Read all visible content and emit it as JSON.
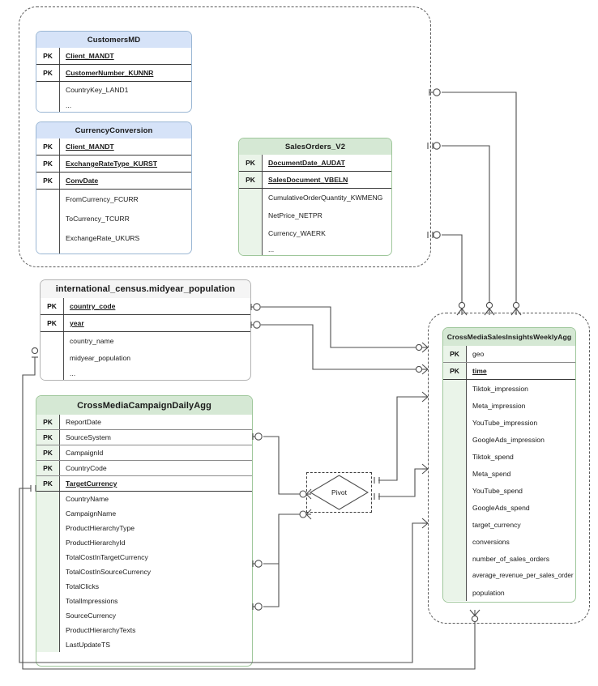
{
  "diagram": {
    "title": "Entity Relationship Diagram",
    "notation": "crow-foot",
    "colors": {
      "header_blue": "#d6e3f8",
      "header_green": "#d5e8d4",
      "header_plain": "#f5f5f5",
      "border_blue": "#9bb7d4",
      "border_green": "#9fc79b",
      "line": "#4d4d4d",
      "group_dash": "#5a5a5a"
    },
    "groups": [
      {
        "id": "source-group",
        "label": ""
      },
      {
        "id": "target-group",
        "label": ""
      }
    ],
    "pivot": {
      "label": "Pivot"
    },
    "pk_label": "PK",
    "ellipsis": "..."
  },
  "entities": [
    {
      "id": "customersmd",
      "name": "CustomersMD",
      "style": "blue",
      "keys": [
        {
          "pk": "PK",
          "name": "Client_MANDT"
        },
        {
          "pk": "PK",
          "name": "CustomerNumber_KUNNR"
        }
      ],
      "fields": [
        "CountryKey_LAND1",
        "..."
      ]
    },
    {
      "id": "currencyconversion",
      "name": "CurrencyConversion",
      "style": "blue",
      "keys": [
        {
          "pk": "PK",
          "name": "Client_MANDT"
        },
        {
          "pk": "PK",
          "name": "ExchangeRateType_KURST"
        },
        {
          "pk": "PK",
          "name": "ConvDate"
        }
      ],
      "fields": [
        "FromCurrency_FCURR",
        "ToCurrency_TCURR",
        "ExchangeRate_UKURS",
        "..."
      ]
    },
    {
      "id": "salesorders_v2",
      "name": "SalesOrders_V2",
      "style": "green",
      "keys": [
        {
          "pk": "PK",
          "name": "DocumentDate_AUDAT"
        },
        {
          "pk": "PK",
          "name": "SalesDocument_VBELN"
        }
      ],
      "fields": [
        "CumulativeOrderQuantity_KWMENG",
        "NetPrice_NETPR",
        "Currency_WAERK",
        "..."
      ]
    },
    {
      "id": "midyear_population",
      "name": "international_census.midyear_population",
      "style": "plain",
      "keys": [
        {
          "pk": "PK",
          "name": "country_code"
        },
        {
          "pk": "PK",
          "name": "year"
        }
      ],
      "fields": [
        "country_name",
        "midyear_population",
        "..."
      ]
    },
    {
      "id": "crossmediacampaigndailyagg",
      "name": "CrossMediaCampaignDailyAgg",
      "style": "green",
      "keys": [
        {
          "pk": "PK",
          "name": "ReportDate"
        },
        {
          "pk": "PK",
          "name": "SourceSystem"
        },
        {
          "pk": "PK",
          "name": "CampaignId"
        },
        {
          "pk": "PK",
          "name": "CountryCode"
        },
        {
          "pk": "PK",
          "name": "TargetCurrency"
        }
      ],
      "fields": [
        "CountryName",
        "CampaignName",
        "ProductHierarchyType",
        "ProductHierarchyId",
        "TotalCostInTargetCurrency",
        "TotalCostInSourceCurrency",
        "TotalClicks",
        "TotalImpressions",
        "SourceCurrency",
        "ProductHierarchyTexts",
        "LastUpdateTS"
      ]
    },
    {
      "id": "crossmediasalesinsightsweeklyagg",
      "name": "CrossMediaSalesInsightsWeeklyAgg",
      "style": "green",
      "keys": [
        {
          "pk": "PK",
          "name": "geo"
        },
        {
          "pk": "PK",
          "name": "time"
        }
      ],
      "fields": [
        "Tiktok_impression",
        "Meta_impression",
        "YouTube_impression",
        "GoogleAds_impression",
        "Tiktok_spend",
        "Meta_spend",
        "YouTube_spend",
        "GoogleAds_spend",
        "target_currency",
        "conversions",
        "number_of_sales_orders",
        "average_revenue_per_sales_order",
        "population"
      ]
    }
  ]
}
